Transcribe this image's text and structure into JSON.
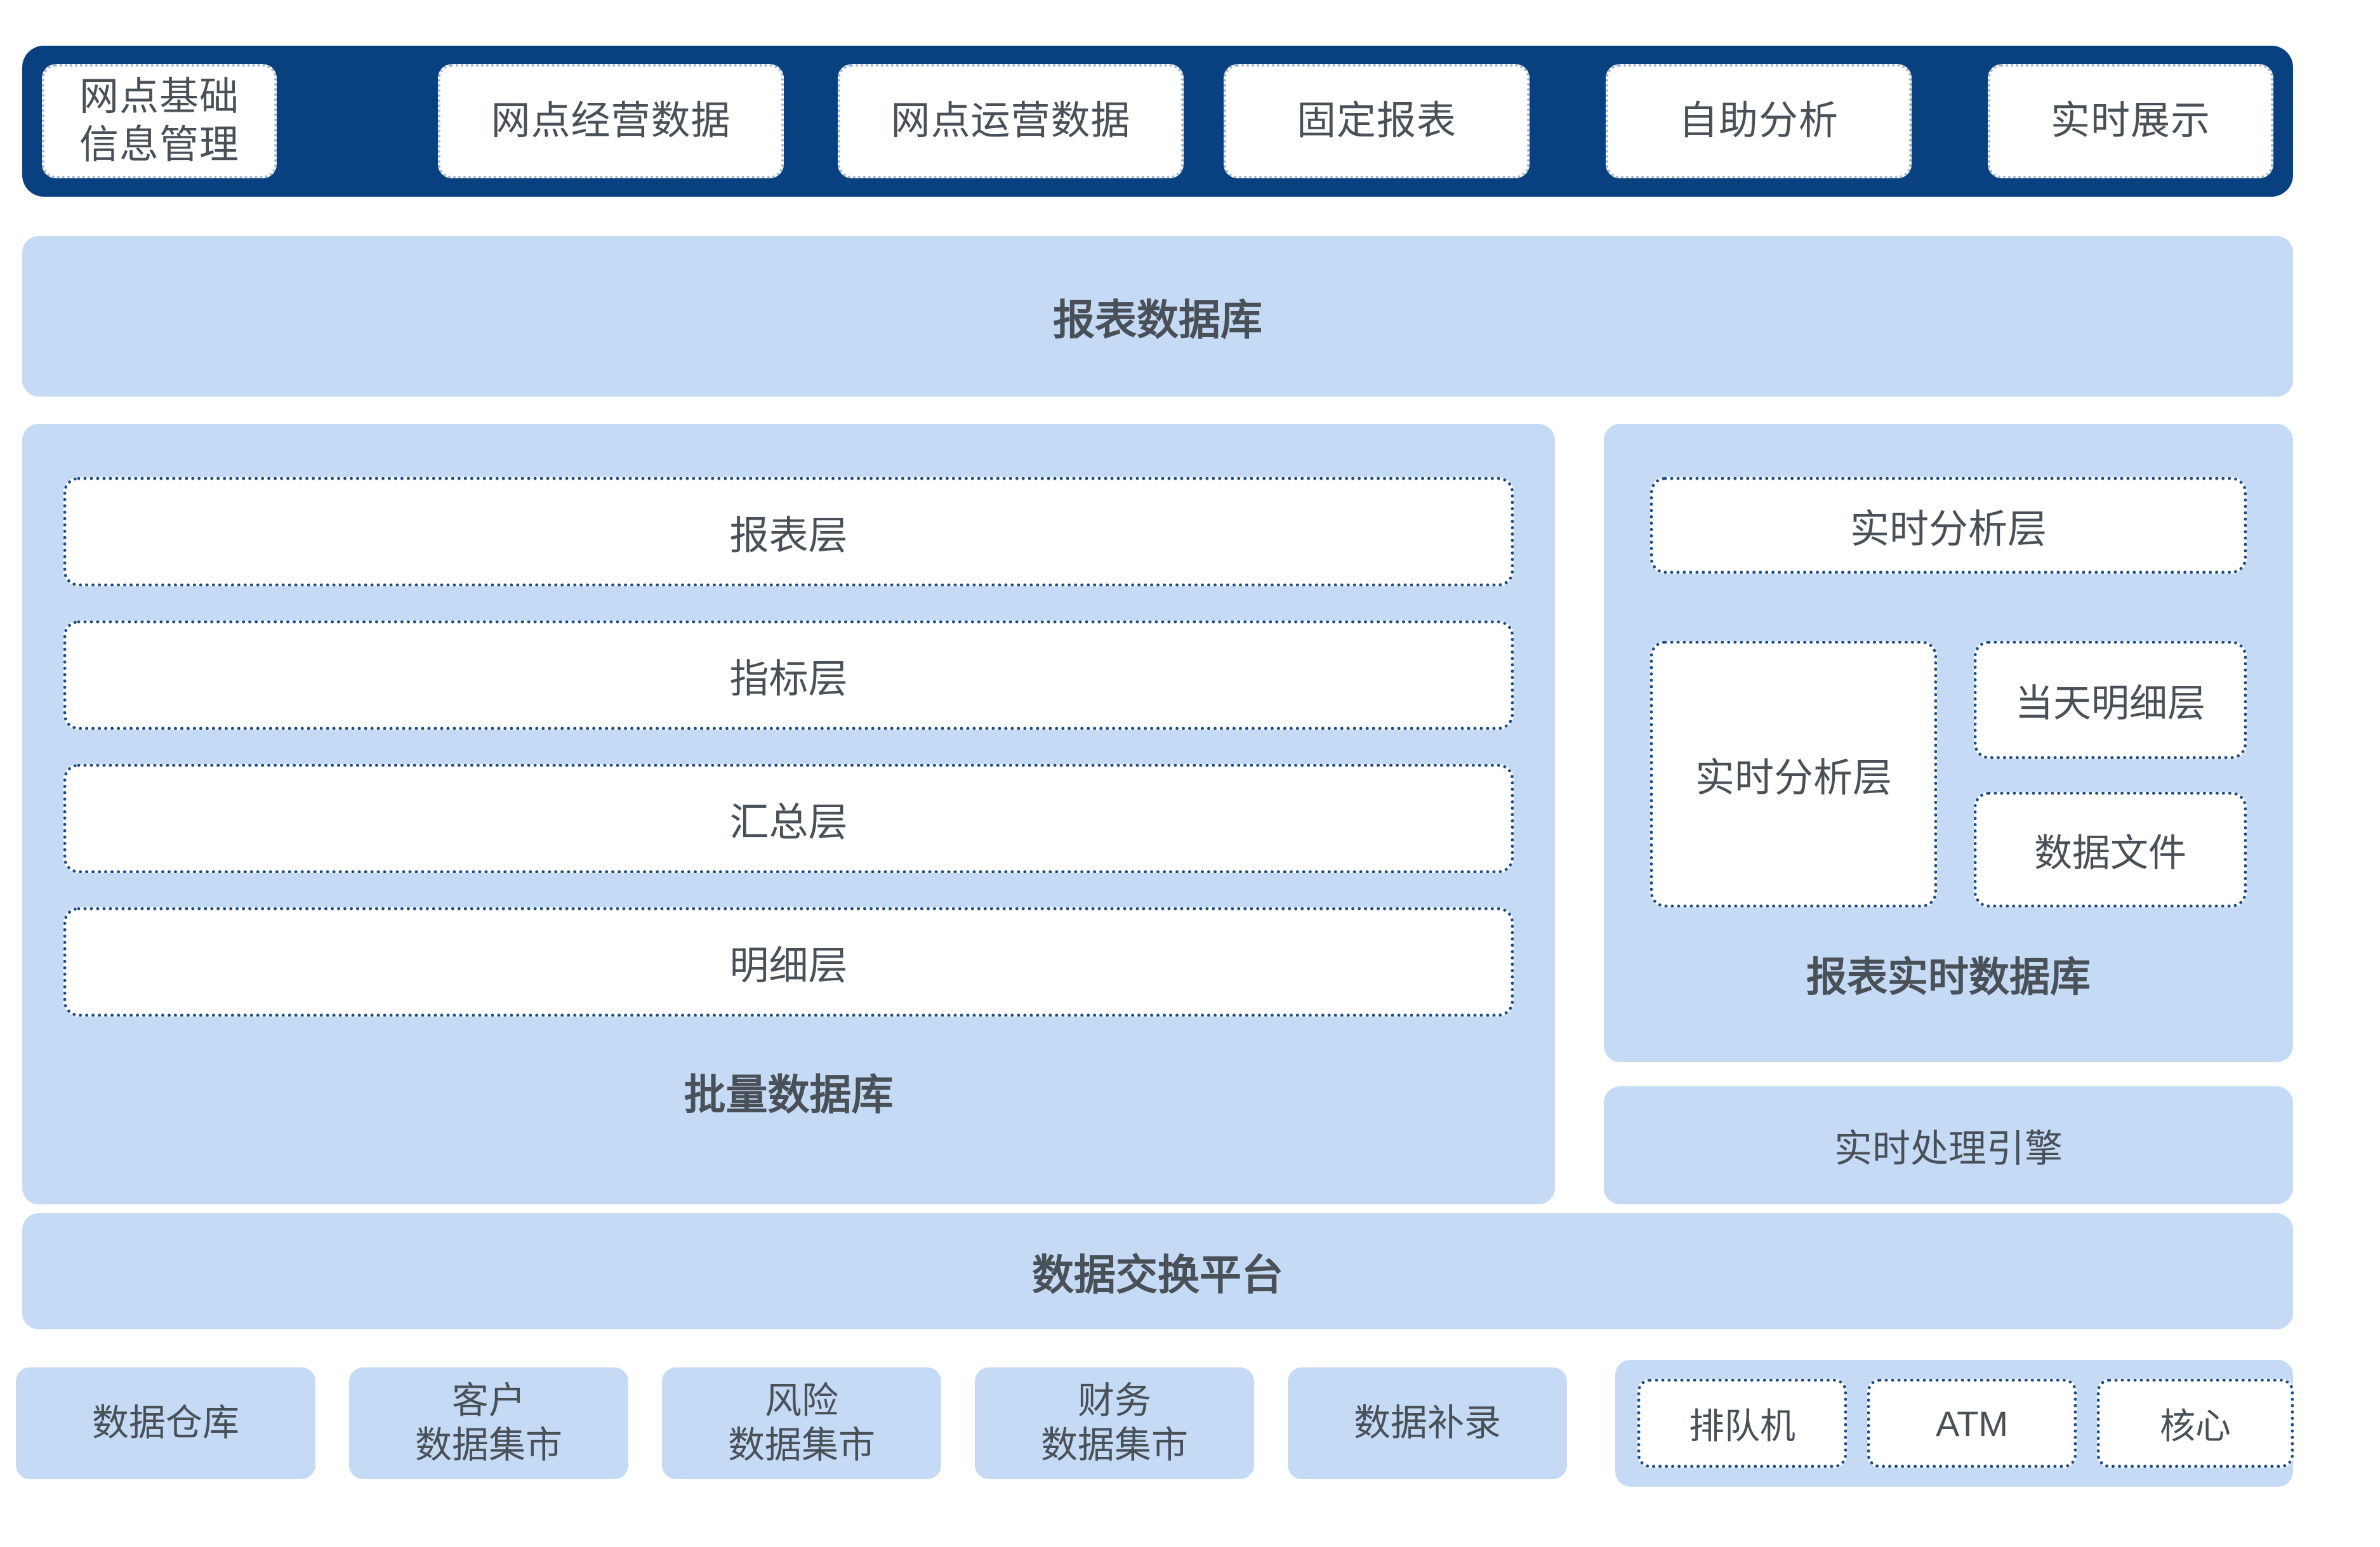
{
  "colors": {
    "navy": "#09407F",
    "light_blue": "#C5DAF4",
    "text_gray": "#4A5058",
    "dotted_border": "#1C4C86",
    "white": "#FFFFFF"
  },
  "top_bar": {
    "items": [
      {
        "label": "网点基础\n信息管理",
        "line1": "网点基础",
        "line2": "信息管理"
      },
      {
        "label": "网点经营数据"
      },
      {
        "label": "网点运营数据"
      },
      {
        "label": "固定报表"
      },
      {
        "label": "自助分析"
      },
      {
        "label": "实时展示"
      }
    ]
  },
  "report_db": {
    "title": "报表数据库"
  },
  "batch": {
    "title": "批量数据库",
    "layers": [
      {
        "label": "报表层"
      },
      {
        "label": "指标层"
      },
      {
        "label": "汇总层"
      },
      {
        "label": "明细层"
      }
    ]
  },
  "realtime": {
    "title": "报表实时数据库",
    "analysis_layer_top": "实时分析层",
    "analysis_layer_left": "实时分析层",
    "detail_layer": "当天明细层",
    "data_file": "数据文件",
    "engine": "实时处理引擎"
  },
  "exchange": {
    "title": "数据交换平台"
  },
  "sources": [
    {
      "line1": "数据仓库",
      "line2": ""
    },
    {
      "line1": "客户",
      "line2": "数据集市"
    },
    {
      "line1": "风险",
      "line2": "数据集市"
    },
    {
      "line1": "财务",
      "line2": "数据集市"
    },
    {
      "line1": "数据补录",
      "line2": ""
    }
  ],
  "channels": [
    {
      "label": "排队机"
    },
    {
      "label": "ATM"
    },
    {
      "label": "核心"
    }
  ]
}
